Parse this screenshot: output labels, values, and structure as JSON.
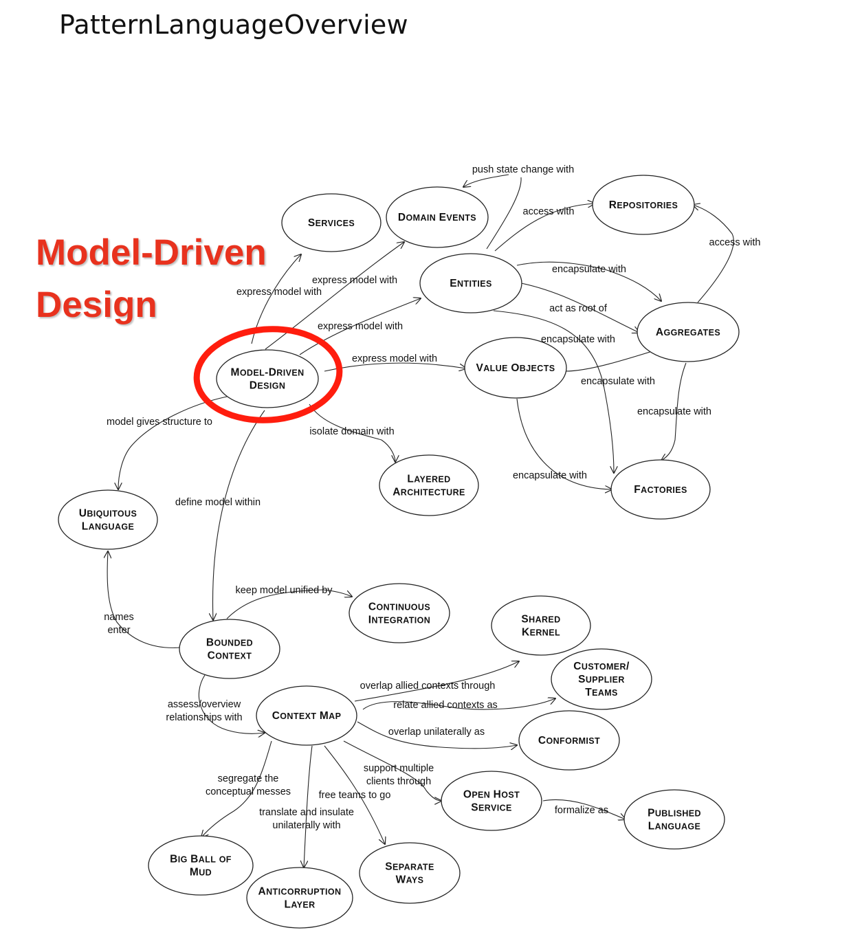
{
  "page": {
    "title": "PatternLanguageOverview"
  },
  "highlight": {
    "line1": "Model-Driven",
    "line2": "Design",
    "color": "#e8321e"
  },
  "nodes": [
    {
      "id": "services",
      "lines": [
        "Services"
      ]
    },
    {
      "id": "domain-events",
      "lines": [
        "Domain Events"
      ]
    },
    {
      "id": "repositories",
      "lines": [
        "Repositories"
      ]
    },
    {
      "id": "entities",
      "lines": [
        "Entities"
      ]
    },
    {
      "id": "aggregates",
      "lines": [
        "Aggregates"
      ]
    },
    {
      "id": "model-driven-design",
      "lines": [
        "Model-Driven",
        "Design"
      ]
    },
    {
      "id": "value-objects",
      "lines": [
        "Value Objects"
      ]
    },
    {
      "id": "layered-architecture",
      "lines": [
        "Layered",
        "Architecture"
      ]
    },
    {
      "id": "factories",
      "lines": [
        "Factories"
      ]
    },
    {
      "id": "ubiquitous-language",
      "lines": [
        "Ubiquitous",
        "Language"
      ]
    },
    {
      "id": "continuous-integration",
      "lines": [
        "Continuous",
        "Integration"
      ]
    },
    {
      "id": "shared-kernel",
      "lines": [
        "Shared",
        "Kernel"
      ]
    },
    {
      "id": "bounded-context",
      "lines": [
        "Bounded",
        "Context"
      ]
    },
    {
      "id": "customer-supplier-teams",
      "lines": [
        "Customer/",
        "Supplier",
        "Teams"
      ]
    },
    {
      "id": "context-map",
      "lines": [
        "Context Map"
      ]
    },
    {
      "id": "conformist",
      "lines": [
        "Conformist"
      ]
    },
    {
      "id": "open-host-service",
      "lines": [
        "Open Host",
        "Service"
      ]
    },
    {
      "id": "published-language",
      "lines": [
        "Published",
        "Language"
      ]
    },
    {
      "id": "big-ball-of-mud",
      "lines": [
        "Big Ball of",
        "Mud"
      ]
    },
    {
      "id": "anticorruption-layer",
      "lines": [
        "Anticorruption",
        "Layer"
      ]
    },
    {
      "id": "separate-ways",
      "lines": [
        "Separate",
        "Ways"
      ]
    }
  ],
  "edge_labels": [
    {
      "id": "push-state-change",
      "lines": [
        "push state change with"
      ]
    },
    {
      "id": "access-with-1",
      "lines": [
        "access with"
      ]
    },
    {
      "id": "access-with-2",
      "lines": [
        "access with"
      ]
    },
    {
      "id": "encapsulate-with-1",
      "lines": [
        "encapsulate with"
      ]
    },
    {
      "id": "express-model-1",
      "lines": [
        "express model with"
      ]
    },
    {
      "id": "express-model-2",
      "lines": [
        "express model with"
      ]
    },
    {
      "id": "act-as-root",
      "lines": [
        "act as root of"
      ]
    },
    {
      "id": "express-model-3",
      "lines": [
        "express model with"
      ]
    },
    {
      "id": "encapsulate-with-2",
      "lines": [
        "encapsulate with"
      ]
    },
    {
      "id": "express-model-4",
      "lines": [
        "express model with"
      ]
    },
    {
      "id": "encapsulate-with-3",
      "lines": [
        "encapsulate with"
      ]
    },
    {
      "id": "encapsulate-with-4",
      "lines": [
        "encapsulate with"
      ]
    },
    {
      "id": "model-gives-structure",
      "lines": [
        "model gives structure to"
      ]
    },
    {
      "id": "isolate-domain",
      "lines": [
        "isolate domain with"
      ]
    },
    {
      "id": "encapsulate-with-5",
      "lines": [
        "encapsulate with"
      ]
    },
    {
      "id": "define-model-within",
      "lines": [
        "define model within"
      ]
    },
    {
      "id": "keep-model-unified",
      "lines": [
        "keep model unified by"
      ]
    },
    {
      "id": "names-enter",
      "lines": [
        "names",
        "enter"
      ]
    },
    {
      "id": "overlap-allied",
      "lines": [
        "overlap allied contexts through"
      ]
    },
    {
      "id": "relate-allied",
      "lines": [
        "relate allied contexts as"
      ]
    },
    {
      "id": "assess-overview",
      "lines": [
        "assess/overview",
        "relationships with"
      ]
    },
    {
      "id": "overlap-unilaterally",
      "lines": [
        "overlap unilaterally as"
      ]
    },
    {
      "id": "support-multiple",
      "lines": [
        "support multiple",
        "clients through"
      ]
    },
    {
      "id": "segregate",
      "lines": [
        "segregate the",
        "conceptual messes"
      ]
    },
    {
      "id": "free-teams",
      "lines": [
        "free teams to go"
      ]
    },
    {
      "id": "formalize-as",
      "lines": [
        "formalize as"
      ]
    },
    {
      "id": "translate-insulate",
      "lines": [
        "translate and insulate",
        "unilaterally with"
      ]
    }
  ]
}
